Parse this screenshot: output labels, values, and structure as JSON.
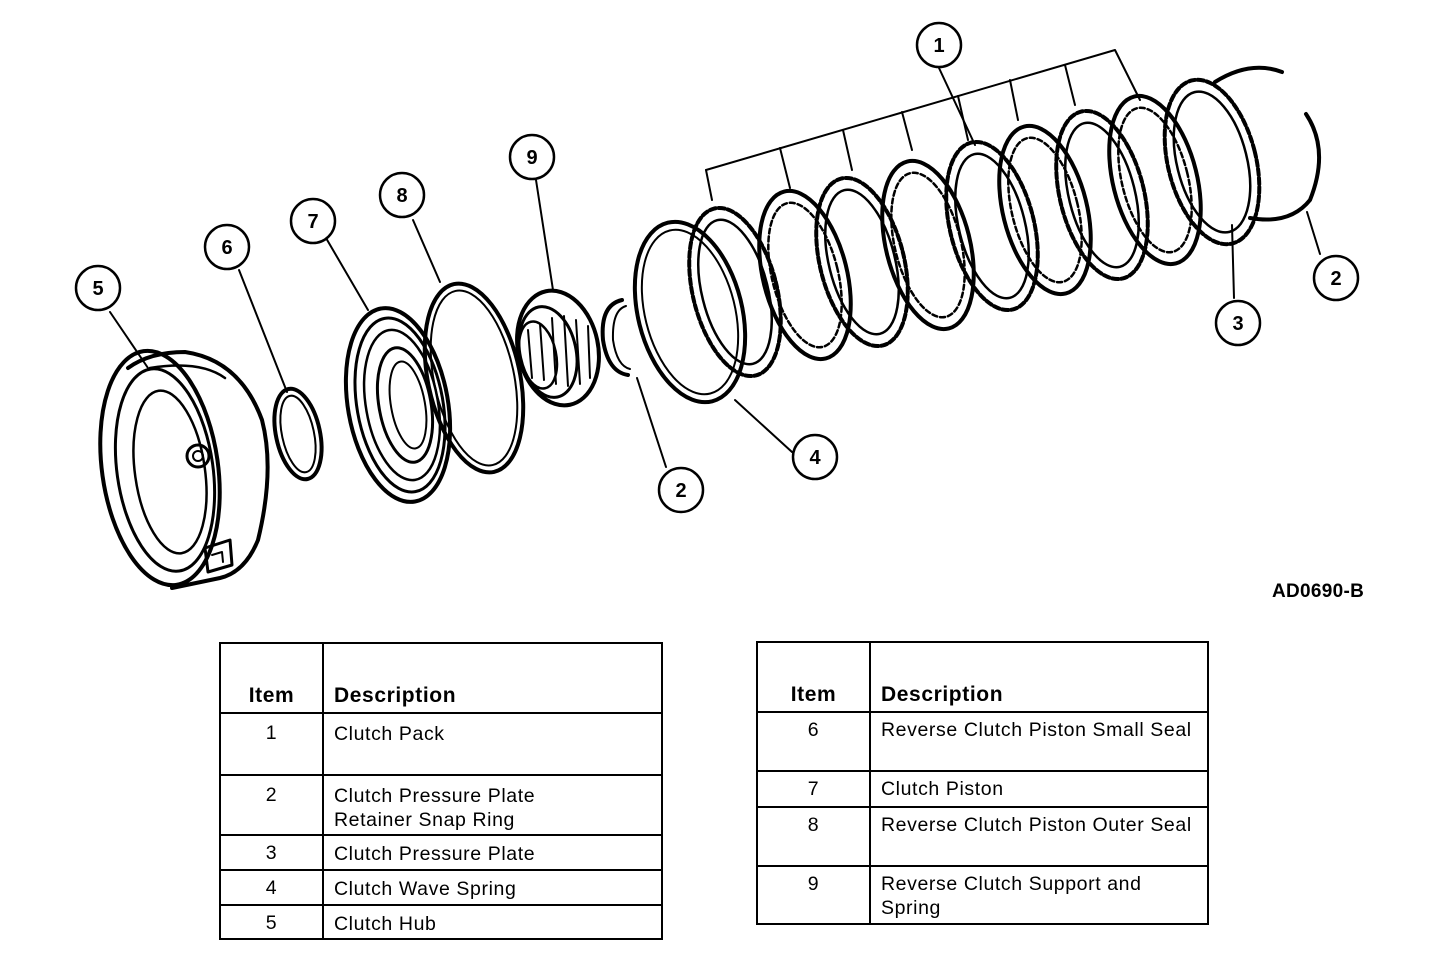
{
  "figure_id": "AD0690-B",
  "callouts": [
    {
      "label": "1"
    },
    {
      "label": "2"
    },
    {
      "label": "2"
    },
    {
      "label": "3"
    },
    {
      "label": "4"
    },
    {
      "label": "5"
    },
    {
      "label": "6"
    },
    {
      "label": "7"
    },
    {
      "label": "8"
    },
    {
      "label": "9"
    }
  ],
  "tables": [
    {
      "headers": {
        "item": "Item",
        "description": "Description"
      },
      "rows": [
        {
          "item": "1",
          "description": "Clutch Pack"
        },
        {
          "item": "2",
          "description": "Clutch Pressure Plate Retainer Snap Ring"
        },
        {
          "item": "3",
          "description": "Clutch Pressure Plate"
        },
        {
          "item": "4",
          "description": "Clutch Wave Spring"
        },
        {
          "item": "5",
          "description": "Clutch Hub"
        }
      ]
    },
    {
      "headers": {
        "item": "Item",
        "description": "Description"
      },
      "rows": [
        {
          "item": "6",
          "description": "Reverse Clutch Piston Small Seal"
        },
        {
          "item": "7",
          "description": "Clutch Piston"
        },
        {
          "item": "8",
          "description": "Reverse Clutch Piston Outer Seal"
        },
        {
          "item": "9",
          "description": "Reverse Clutch Support and Spring"
        }
      ]
    }
  ]
}
